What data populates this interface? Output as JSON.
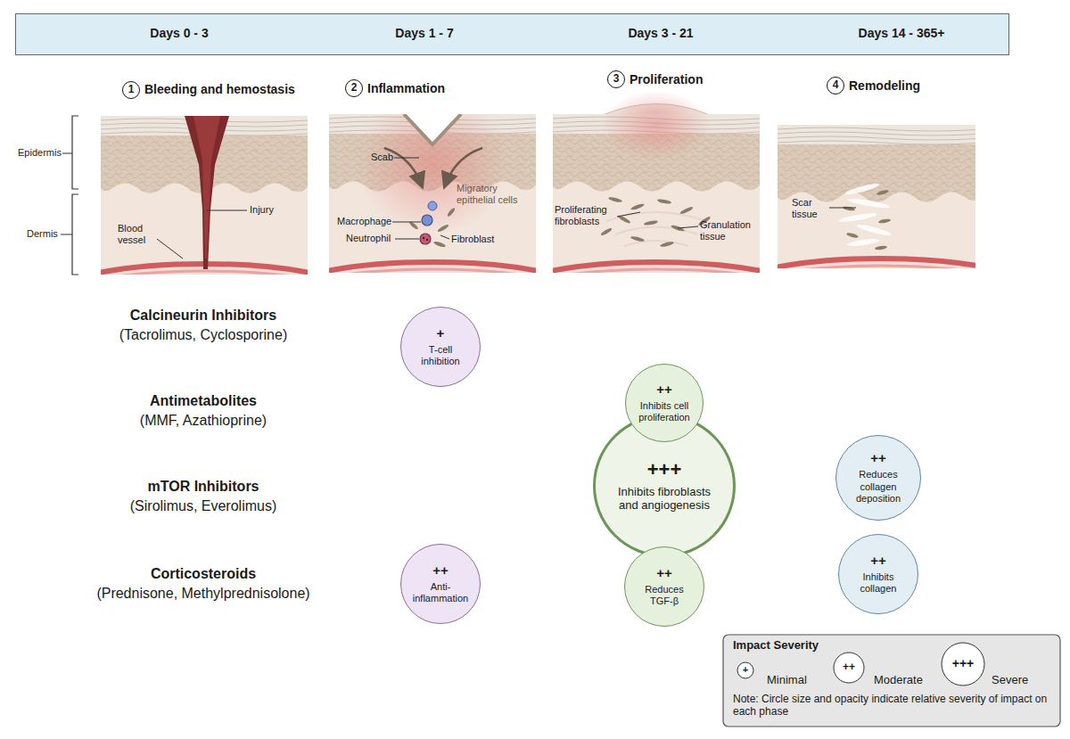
{
  "diagram": {
    "nodes": [
      {
        "text": [
          "Days 0 - 3",
          "Days 1 - 7",
          "Days 3 - 21",
          "Days 14 - 365+"
        ]
      },
      {
        "text": [
          "1"
        ]
      },
      {
        "text": [
          "2"
        ]
      },
      {
        "text": [
          "3"
        ]
      },
      {
        "text": [
          "4"
        ]
      },
      {
        "text": [
          "+",
          "T-cell inhibition"
        ]
      },
      {
        "text": [
          "++",
          "Inhibits cell proliferation"
        ]
      },
      {
        "text": [
          "+++",
          "Inhibits fibroblasts and angiogenesis"
        ]
      },
      {
        "text": [
          "++",
          "Reduces collagen deposition"
        ]
      },
      {
        "text": [
          "++",
          "Anti-inflammation"
        ]
      },
      {
        "text": [
          "++",
          "Reduces TGF-β"
        ]
      },
      {
        "text": [
          "++",
          "Inhibits collagen"
        ]
      }
    ],
    "labels": [
      "Bleeding and hemostasis",
      "Inflammation",
      "Proliferation",
      "Remodeling",
      "Epidermis",
      "Dermis",
      "Injury",
      "Blood vessel",
      "Scab",
      "Macrophage",
      "Neutrophil",
      "Migratory epithelial cells",
      "Fibroblast",
      "Proliferating fibroblasts",
      "Granulation tissue",
      "Scar tissue",
      "Calcineurin Inhibitors",
      "(Tacrolimus, Cyclosporine)",
      "Antimetabolites",
      "(MMF, Azathioprine)",
      "mTOR Inhibitors",
      "(Sirolimus, Everolimus)",
      "Corticosteroids",
      "(Prednisone, Methylprednisolone)",
      "Impact Severity",
      "+",
      "++",
      "+++",
      "Note: Circle size and opacity indicate relative severity of impact on each phase"
    ],
    "legend": [
      {
        "text": "Minimal"
      },
      {
        "text": "Moderate"
      },
      {
        "text": "Severe"
      }
    ]
  }
}
